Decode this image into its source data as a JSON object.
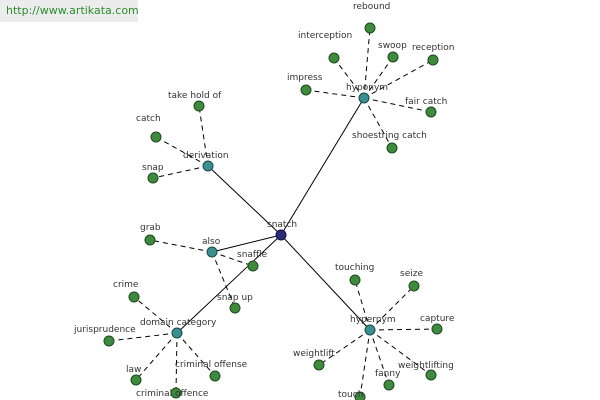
{
  "watermark": "http://www.artikata.com",
  "root": {
    "id": "snatch",
    "label": "snatch"
  },
  "relations": [
    {
      "id": "hyponym-top",
      "label": "hyponym",
      "leaves": [
        "rebound",
        "interception",
        "swoop",
        "reception",
        "impress",
        "fair catch",
        "shoestring catch"
      ]
    },
    {
      "id": "derivation",
      "label": "derivation",
      "leaves": [
        "take hold of",
        "catch",
        "snap"
      ]
    },
    {
      "id": "also",
      "label": "also",
      "leaves": [
        "grab",
        "snaffle",
        "snap up"
      ]
    },
    {
      "id": "domain-category",
      "label": "domain category",
      "leaves": [
        "crime",
        "jurisprudence",
        "law",
        "criminal offense",
        "criminal offence"
      ]
    },
    {
      "id": "hypernym",
      "label": "hypernym",
      "leaves": [
        "touching",
        "seize",
        "capture",
        "weightlift",
        "fanny",
        "weightlifting",
        "touch"
      ]
    }
  ],
  "colors": {
    "leaf_node": "#3f8a3f",
    "relation_node": "#3a8f8f",
    "root_node": "#2a2a78",
    "watermark_text": "#2e8b2e"
  }
}
